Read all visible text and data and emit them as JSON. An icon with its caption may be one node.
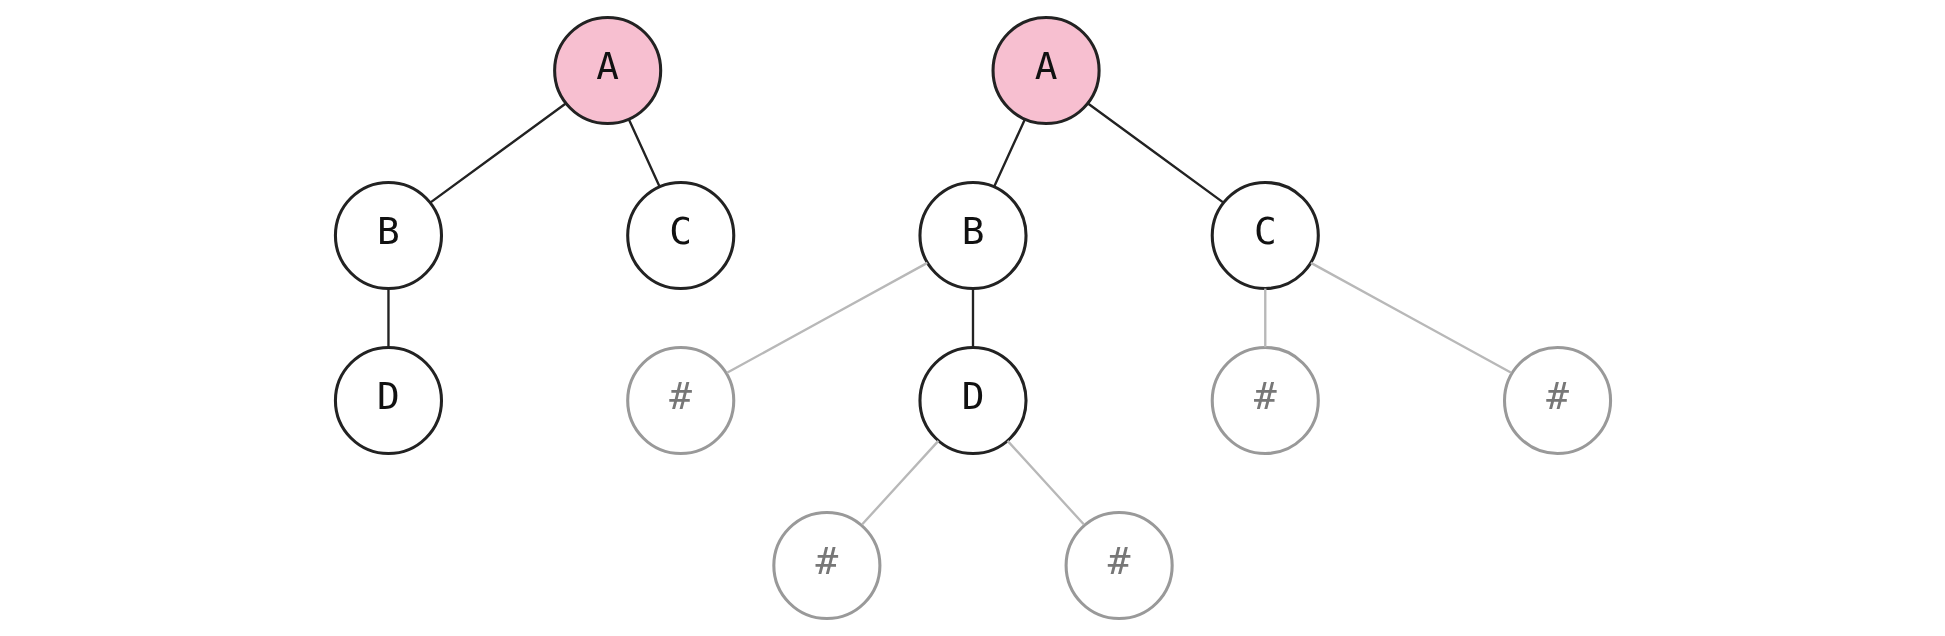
{
  "diagram": {
    "nodes": [
      {
        "text": [
          "A"
        ]
      },
      {
        "text": [
          "B"
        ]
      },
      {
        "text": [
          "C"
        ]
      },
      {
        "text": [
          "D"
        ]
      },
      {
        "text": [
          "A"
        ]
      },
      {
        "text": [
          "B"
        ]
      },
      {
        "text": [
          "C"
        ]
      },
      {
        "text": [
          "#"
        ]
      },
      {
        "text": [
          "D"
        ]
      },
      {
        "text": [
          "#"
        ]
      },
      {
        "text": [
          "#"
        ]
      },
      {
        "text": [
          "#"
        ]
      },
      {
        "text": [
          "#"
        ]
      }
    ],
    "edges": [
      {
        "from": 0,
        "to": 1,
        "arrow": "none"
      },
      {
        "from": 0,
        "to": 2,
        "arrow": "none"
      },
      {
        "from": 1,
        "to": 3,
        "arrow": "none"
      },
      {
        "from": 4,
        "to": 5,
        "arrow": "none"
      },
      {
        "from": 4,
        "to": 6,
        "arrow": "none"
      },
      {
        "from": 5,
        "to": 7,
        "arrow": "none",
        "color": "#b8b8b8"
      },
      {
        "from": 5,
        "to": 8,
        "arrow": "none"
      },
      {
        "from": 6,
        "to": 9,
        "arrow": "none",
        "color": "#b8b8b8"
      },
      {
        "from": 6,
        "to": 10,
        "arrow": "none",
        "color": "#b8b8b8"
      },
      {
        "from": 8,
        "to": 11,
        "arrow": "none",
        "color": "#b8b8b8"
      },
      {
        "from": 8,
        "to": 12,
        "arrow": "none",
        "color": "#b8b8b8"
      }
    ]
  }
}
